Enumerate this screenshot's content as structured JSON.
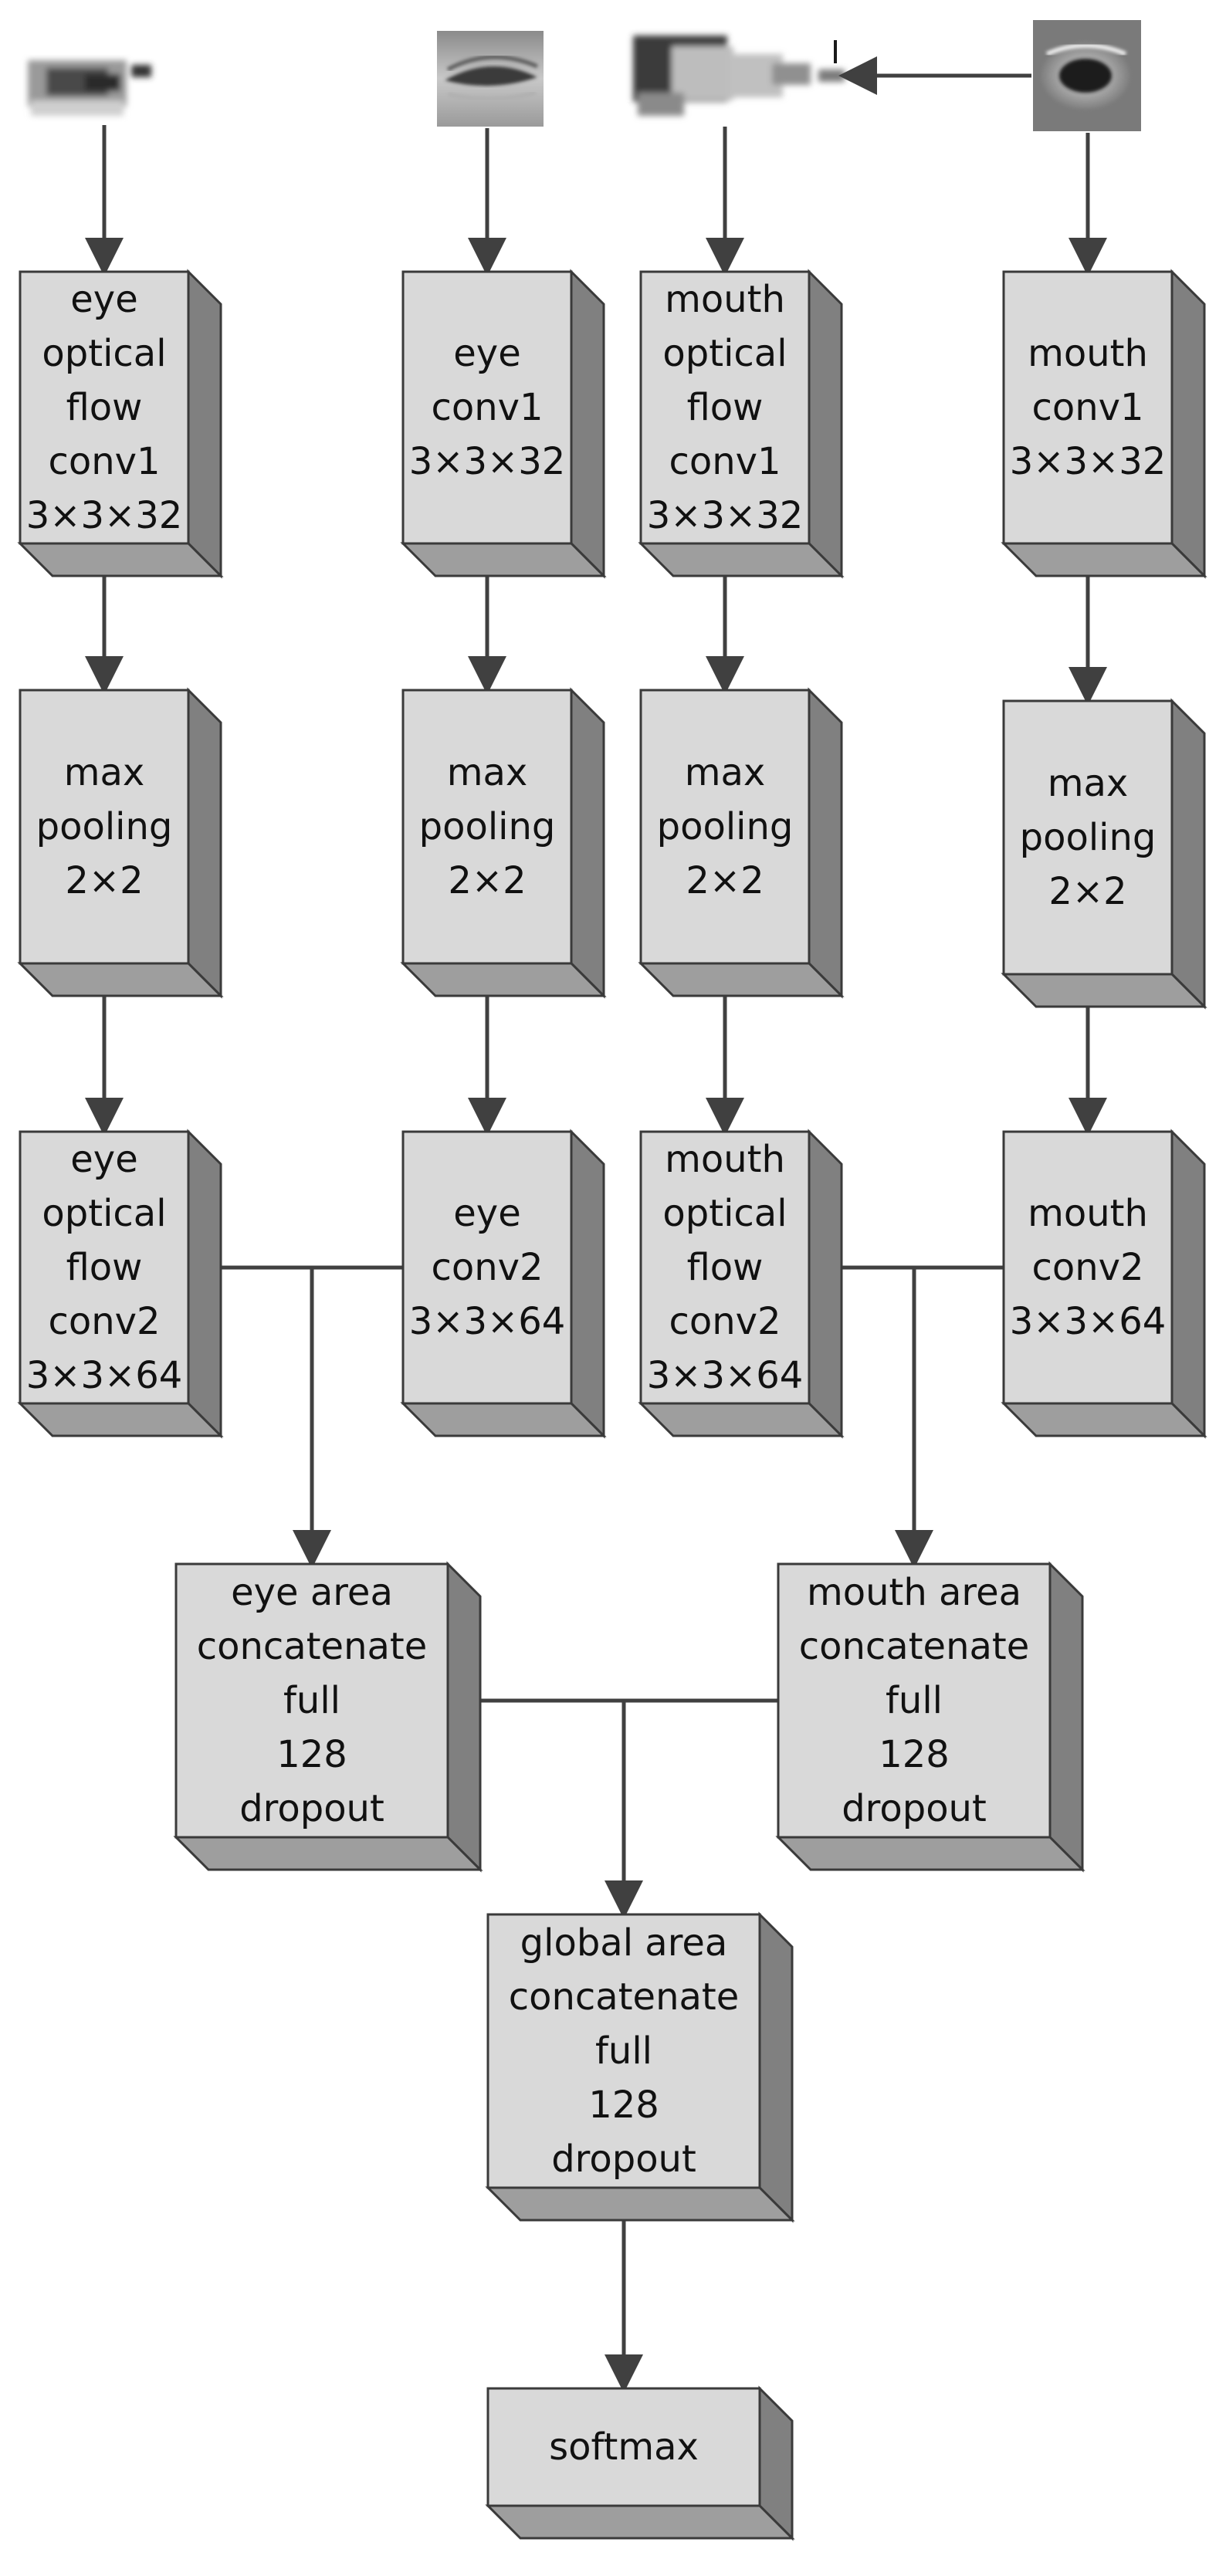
{
  "colors": {
    "face": "#d9d9d9",
    "side": "#808080",
    "bottom": "#9e9e9e",
    "outline": "#3a3a3a",
    "arrow": "#404040",
    "background": "#ffffff"
  },
  "inputs": [
    {
      "id": "eye-optical-flow-thumbnail",
      "kind": "eye optical flow"
    },
    {
      "id": "eye-thumbnail",
      "kind": "eye"
    },
    {
      "id": "mouth-optical-flow-thumbnail",
      "kind": "mouth optical flow"
    },
    {
      "id": "mouth-thumbnail",
      "kind": "mouth"
    }
  ],
  "blocks": {
    "eye_of_conv1": {
      "lines": [
        "eye",
        "optical",
        "flow",
        "conv1",
        "3×3×32"
      ]
    },
    "eye_conv1": {
      "lines": [
        "eye",
        "conv1",
        "3×3×32"
      ]
    },
    "mouth_of_conv1": {
      "lines": [
        "mouth",
        "optical",
        "flow",
        "conv1",
        "3×3×32"
      ]
    },
    "mouth_conv1": {
      "lines": [
        "mouth",
        "conv1",
        "3×3×32"
      ]
    },
    "eye_of_pool": {
      "lines": [
        "max",
        "pooling",
        "2×2"
      ]
    },
    "eye_pool": {
      "lines": [
        "max",
        "pooling",
        "2×2"
      ]
    },
    "mouth_of_pool": {
      "lines": [
        "max",
        "pooling",
        "2×2"
      ]
    },
    "mouth_pool": {
      "lines": [
        "max",
        "pooling",
        "2×2"
      ]
    },
    "eye_of_conv2": {
      "lines": [
        "eye",
        "optical",
        "flow",
        "conv2",
        "3×3×64"
      ]
    },
    "eye_conv2": {
      "lines": [
        "eye",
        "conv2",
        "3×3×64"
      ]
    },
    "mouth_of_conv2": {
      "lines": [
        "mouth",
        "optical",
        "flow",
        "conv2",
        "3×3×64"
      ]
    },
    "mouth_conv2": {
      "lines": [
        "mouth",
        "conv2",
        "3×3×64"
      ]
    },
    "eye_concat": {
      "lines": [
        "eye area",
        "concatenate",
        "full",
        "128",
        "dropout"
      ]
    },
    "mouth_concat": {
      "lines": [
        "mouth area",
        "concatenate",
        "full",
        "128",
        "dropout"
      ]
    },
    "global_concat": {
      "lines": [
        "global area",
        "concatenate",
        "full",
        "128",
        "dropout"
      ]
    },
    "softmax": {
      "lines": [
        "softmax"
      ]
    }
  }
}
